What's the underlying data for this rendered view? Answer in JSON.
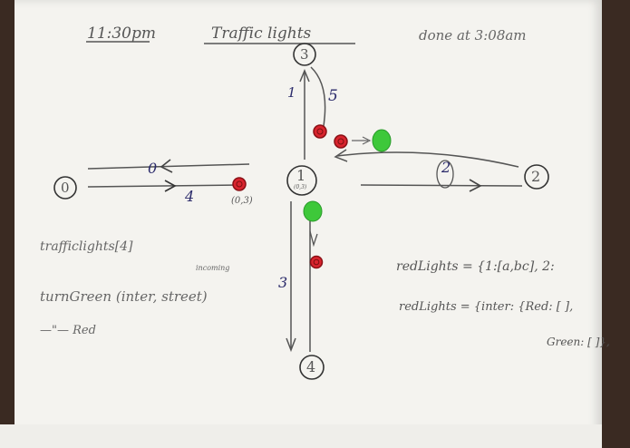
{
  "header": {
    "time_start": "11:30pm",
    "title": "Traffic lights",
    "done_note": "done at 3:08am"
  },
  "nodes": [
    {
      "id": "node-0",
      "label": "0"
    },
    {
      "id": "node-1",
      "label": "1"
    },
    {
      "id": "node-2",
      "label": "2"
    },
    {
      "id": "node-3",
      "label": "3"
    },
    {
      "id": "node-4",
      "label": "4"
    }
  ],
  "node_1_sub": "(0,3)",
  "road_numbers": [
    "0",
    "4",
    "2",
    "1",
    "5",
    "3"
  ],
  "coordinate_note": "(0,3)",
  "left_notes": {
    "array": "trafficlights[4]",
    "func": "turnGreen (inter, street)",
    "func_annot": "incoming",
    "ditto": "—\"— Red"
  },
  "right_notes": {
    "line1": "redLights = {1:[a,bc], 2:",
    "line2": "redLights = {inter: {Red: [ ],",
    "line3": "Green: [ ]},"
  },
  "colors": {
    "red_light": "#d9242e",
    "green_light": "#3ec83a",
    "ink": "#444",
    "blue_ink": "#23236b"
  }
}
